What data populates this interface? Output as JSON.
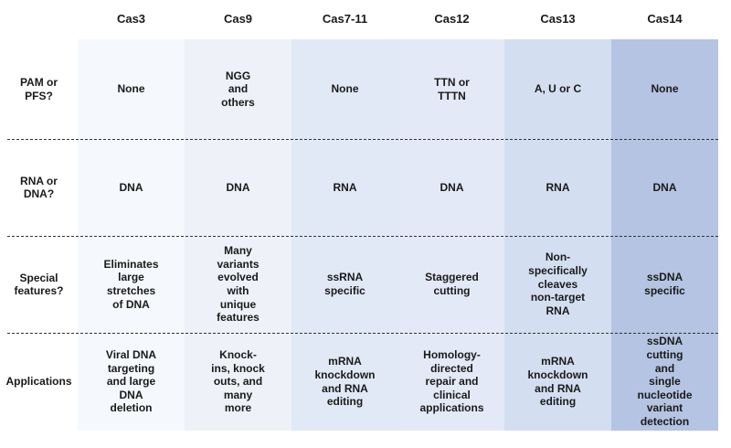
{
  "columns": [
    "Cas3",
    "Cas9",
    "Cas7-11",
    "Cas12",
    "Cas13",
    "Cas14"
  ],
  "column_colors": [
    "#f5f8fc",
    "#eef1f8",
    "#e1e9f6",
    "#e3e9f6",
    "#d3dff1",
    "#b4c4e2"
  ],
  "rows": [
    {
      "label": "PAM or\nPFS?",
      "cells": [
        "None",
        "NGG\nand\nothers",
        "None",
        "TTN or\nTTTN",
        "A, U or C",
        "None"
      ]
    },
    {
      "label": "RNA or\nDNA?",
      "cells": [
        "DNA",
        "DNA",
        "RNA",
        "DNA",
        "RNA",
        "DNA"
      ]
    },
    {
      "label": "Special\nfeatures?",
      "cells": [
        "Eliminates\nlarge\nstretches\nof DNA",
        "Many\nvariants\nevolved\nwith\nunique\nfeatures",
        "ssRNA\nspecific",
        "Staggered\ncutting",
        "Non-\nspecifically\ncleaves\nnon-target\nRNA",
        "ssDNA\nspecific"
      ]
    },
    {
      "label": "Applications",
      "cells": [
        "Viral DNA\ntargeting\nand large\nDNA\ndeletion",
        "Knock-\nins, knock\nouts, and\nmany\nmore",
        "mRNA\nknockdown\nand RNA\nediting",
        "Homology-\ndirected\nrepair and\nclinical\napplications",
        "mRNA\nknockdown\nand RNA\nediting",
        "ssDNA\ncutting\nand\nsingle\nnucleotide\nvariant\ndetection"
      ]
    }
  ]
}
